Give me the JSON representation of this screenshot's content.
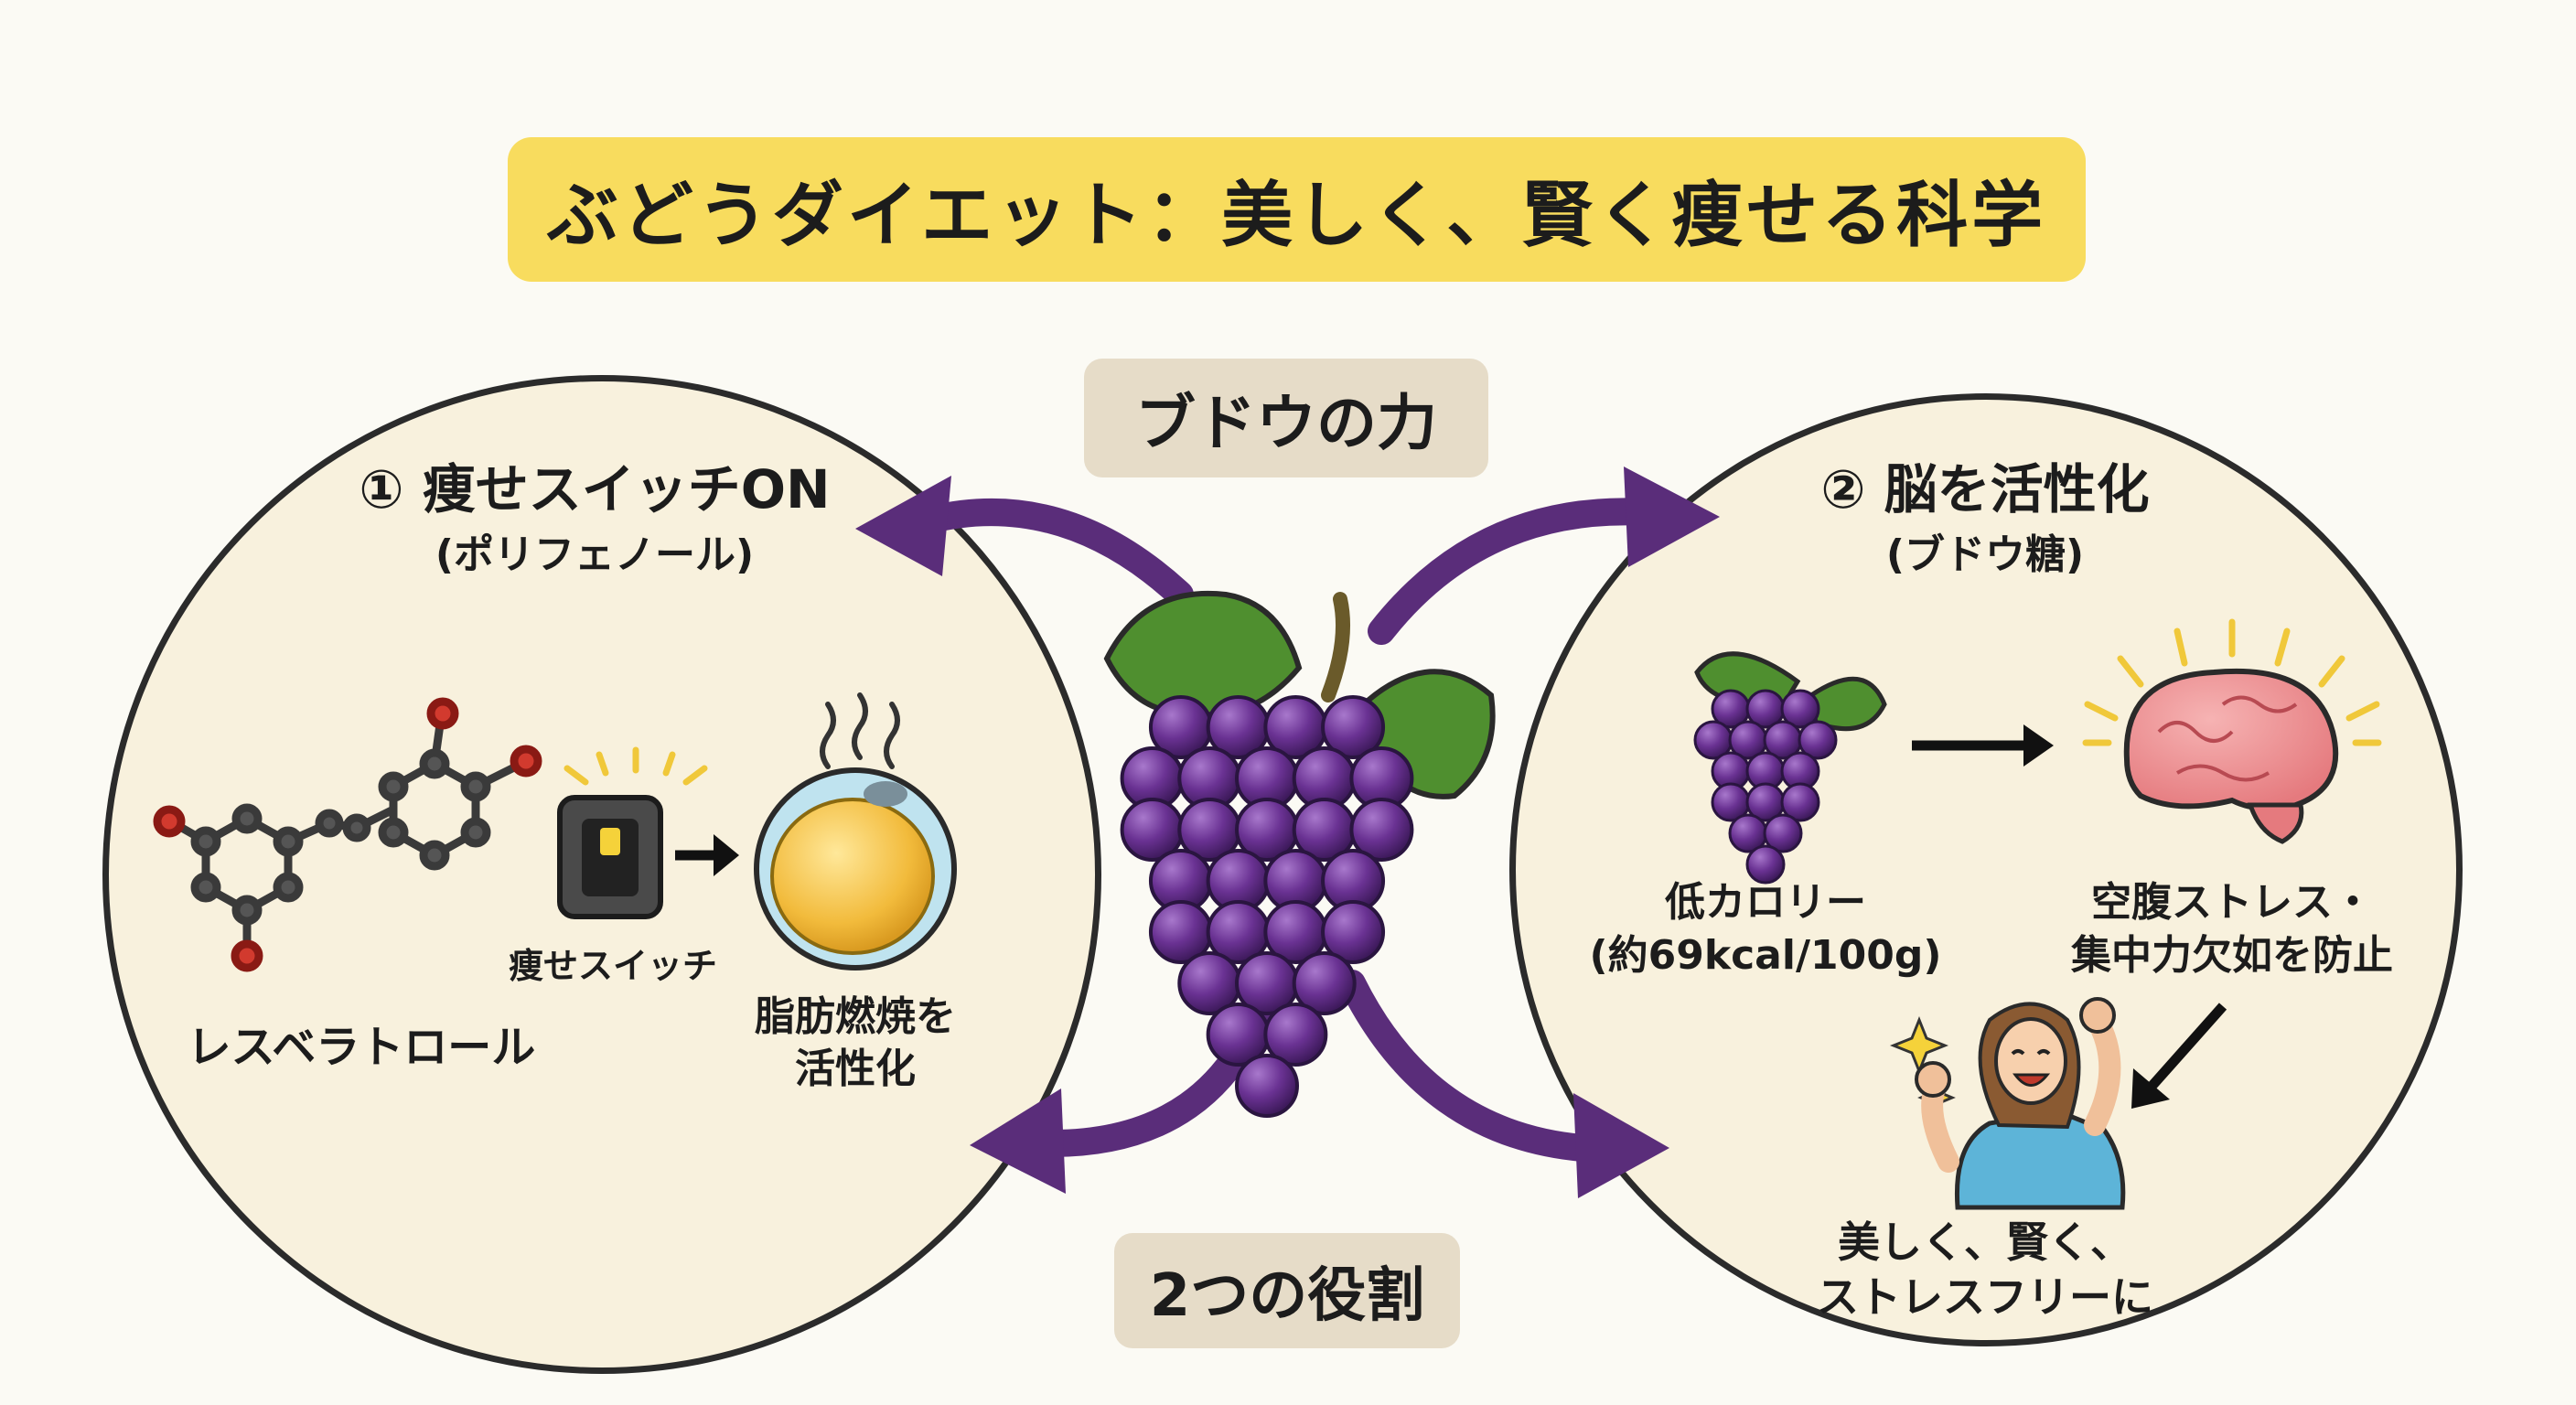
{
  "title": "ぶどうダイエット：美しく、賢く痩せる科学",
  "labels": {
    "top_pill": "ブドウの力",
    "bottom_pill": "2つの役割"
  },
  "left_panel": {
    "heading": "① 痩せスイッチON",
    "subheading": "(ポリフェノール)",
    "molecule_label": "レスベラトロール",
    "switch_label": "痩せスイッチ",
    "fat_label_line1": "脂肪燃焼を",
    "fat_label_line2": "活性化"
  },
  "right_panel": {
    "heading": "② 脳を活性化",
    "subheading": "(ブドウ糖)",
    "grape_label_line1": "低カロリー",
    "grape_label_line2": "(約69kcal/100g)",
    "brain_label_line1": "空腹ストレス・",
    "brain_label_line2": "集中力欠如を防止",
    "person_label_line1": "美しく、賢く、",
    "person_label_line2": "ストレスフリーに"
  },
  "colors": {
    "banner": "#f8dc5e",
    "pill": "#e6dcc8",
    "circle_fill": "#f8f1dd",
    "arrow": "#5a2d7a",
    "grape": "#6a3293",
    "leaf": "#4f8f2f"
  }
}
